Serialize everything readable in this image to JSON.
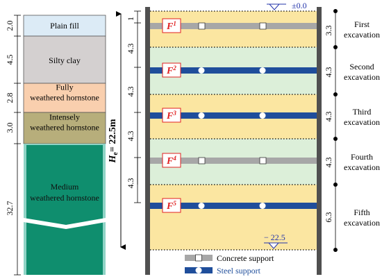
{
  "colors": {
    "plain_fill": "#dcebf6",
    "silty_clay": "#d4d0d0",
    "fully_weathered": "#f9cfae",
    "intensely_weathered": "#b7ae7b",
    "medium_weathered": "#0f8e6e",
    "medium_edge": "#8fd4c6",
    "pit_yellow": "#fbe6a1",
    "pit_green": "#dcefd9",
    "wall": "#505050",
    "concrete": "#a7a7a7",
    "steel": "#1f4e9b",
    "force_red": "#e02020",
    "level_blue": "#2233aa"
  },
  "strata": [
    {
      "thickness": "2.0",
      "name": "Plain fill"
    },
    {
      "thickness": "4.5",
      "name": "Silty clay"
    },
    {
      "thickness": "2.8",
      "name": "Fully\nweathered hornstone"
    },
    {
      "thickness": "3.0",
      "name": "Intensely\nweathered hornstone"
    },
    {
      "thickness": "32.7",
      "name": "Medium\nweathered hornstone"
    }
  ],
  "excavation": {
    "depth_label_symbol": "H",
    "depth_label_sub": "e",
    "depth_label_value": "= 22.5m",
    "top_level": "±0.0",
    "bottom_level": "− 22.5",
    "left_segments": [
      "1",
      "4.3",
      "4.3",
      "4.3",
      "4.3"
    ],
    "right_segments": [
      "3.3",
      "4.3",
      "4.3",
      "4.3",
      "6.3"
    ],
    "stages": [
      {
        "line1": "First",
        "line2": "excavation"
      },
      {
        "line1": "Second",
        "line2": "excavation"
      },
      {
        "line1": "Third",
        "line2": "excavation"
      },
      {
        "line1": "Fourth",
        "line2": "excavation"
      },
      {
        "line1": "Fifth",
        "line2": "excavation"
      }
    ],
    "supports": [
      {
        "label": "F",
        "index": "1",
        "type": "concrete"
      },
      {
        "label": "F",
        "index": "2",
        "type": "steel"
      },
      {
        "label": "F",
        "index": "3",
        "type": "steel"
      },
      {
        "label": "F",
        "index": "4",
        "type": "concrete"
      },
      {
        "label": "F",
        "index": "5",
        "type": "steel"
      }
    ]
  },
  "legend": [
    {
      "type": "concrete",
      "label": "Concrete support"
    },
    {
      "type": "steel",
      "label": "Steel support"
    }
  ]
}
